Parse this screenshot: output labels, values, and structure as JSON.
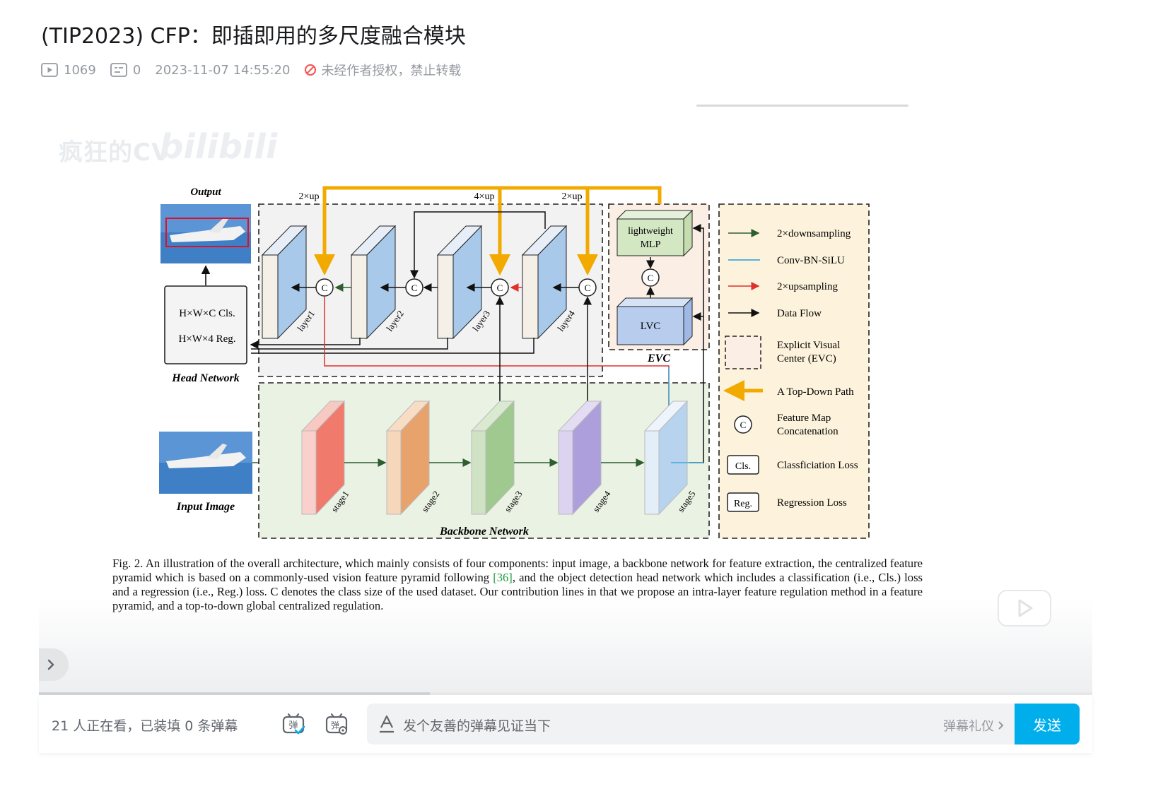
{
  "page": {
    "title": "(TIP2023) CFP：即插即用的多尺度融合模块",
    "views": "1069",
    "danmaku_count": "0",
    "publish_time": "2023-11-07 14:55:20",
    "copyright_notice": "未经作者授权，禁止转载"
  },
  "player": {
    "watermark_text": "疯狂的CV",
    "watermark_logo": "bilibili",
    "progress_fraction": 0.371
  },
  "figure": {
    "labels": {
      "output": "Output",
      "input_image": "Input Image",
      "head_network": "Head Network",
      "backbone_network": "Backbone Network",
      "evc": "EVC",
      "head_cls": "H×W×C  Cls.",
      "head_reg": "H×W×4  Reg.",
      "mlp_line1": "lightweight",
      "mlp_line2": "MLP",
      "lvc": "LVC",
      "up1": "2×up",
      "up2": "4×up",
      "up3": "2×up",
      "concat_symbol": "C"
    },
    "layers": [
      "layer1",
      "layer2",
      "layer3",
      "layer4"
    ],
    "stages": [
      "stage1",
      "stage2",
      "stage3",
      "stage4",
      "stage5"
    ],
    "legend": [
      {
        "label": "2×downsampling",
        "color": "#2e5e2e"
      },
      {
        "label": "Conv-BN-SiLU",
        "color": "#3fa9d8"
      },
      {
        "label": "2×upsampling",
        "color": "#e0302a"
      },
      {
        "label": "Data Flow",
        "color": "#111111"
      },
      {
        "label": "Explicit Visual",
        "label2": "Center (EVC)"
      },
      {
        "label": "A Top-Down Path",
        "color": "#f2a900"
      },
      {
        "label": "Feature Map",
        "label2": "Concatenation"
      },
      {
        "label": "Classficiation Loss",
        "badge": "Cls."
      },
      {
        "label": "Regression Loss",
        "badge": "Reg."
      }
    ],
    "caption_pre": "Fig. 2.   An illustration of the overall architecture, which mainly consists of four components: input image, a backbone network for feature extraction, the centralized feature pyramid which is based on a commonly-used vision feature pyramid following ",
    "caption_ref": "[36]",
    "caption_post": ", and the object detection head network which includes a classification (i.e., Cls.) loss and a regression (i.e., Reg.) loss. C denotes the class size of the used dataset. Our contribution lines in that we propose an intra-layer feature regulation method in a feature pyramid, and a top-to-down global centralized regulation."
  },
  "danmaku_bar": {
    "watching_text": "21 人正在看，已装填 0 条弹幕",
    "input_placeholder": "发个友善的弹幕见证当下",
    "etiquette_label": "弹幕礼仪",
    "send_label": "发送"
  },
  "colors": {
    "accent": "#00aeec",
    "topdown": "#f2a900",
    "upsample": "#e0302a",
    "downsample": "#2e5e2e",
    "conv": "#3fa9d8",
    "ban": "#f25d59"
  }
}
